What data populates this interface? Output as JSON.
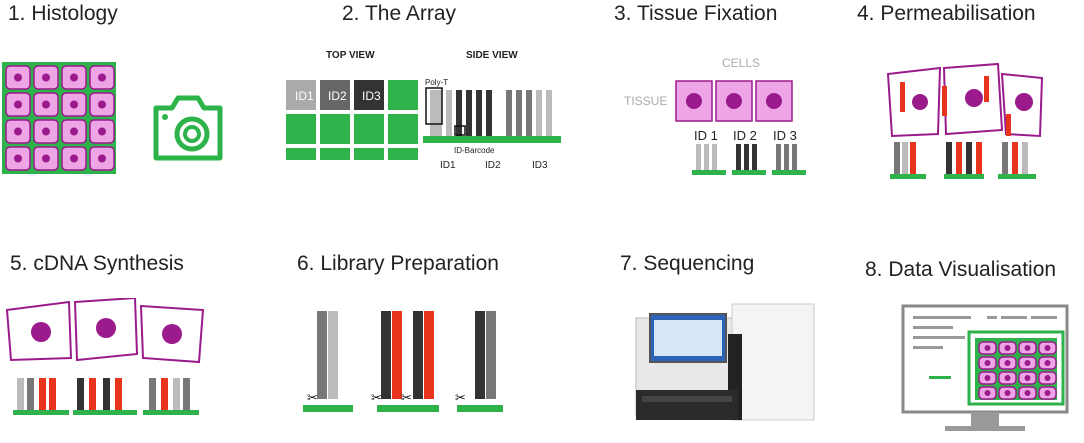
{
  "steps": [
    {
      "title": "1. Histology"
    },
    {
      "title": "2. The Array"
    },
    {
      "title": "3. Tissue Fixation"
    },
    {
      "title": "4. Permeabilisation"
    },
    {
      "title": "5. cDNA Synthesis"
    },
    {
      "title": "6. Library Preparation"
    },
    {
      "title": "7. Sequencing"
    },
    {
      "title": "8. Data Visualisation"
    }
  ],
  "array": {
    "top_view_label": "TOP VIEW",
    "side_view_label": "SIDE VIEW",
    "tile_labels": [
      "ID1",
      "ID2",
      "ID3"
    ],
    "poly_t_label": "Poly-T",
    "barcode_label": "ID-Barcode",
    "side_ids": [
      "ID1",
      "ID2",
      "ID3"
    ]
  },
  "fixation": {
    "cells_label": "CELLS",
    "tissue_label": "TISSUE",
    "ids": [
      "ID 1",
      "ID 2",
      "ID 3"
    ]
  },
  "colors": {
    "green": "#2db34a",
    "magenta": "#9b1b8c",
    "pink": "#eea5e6",
    "red": "#e8341c",
    "dark": "#333333",
    "mid": "#777777",
    "light": "#bbbbbb"
  }
}
